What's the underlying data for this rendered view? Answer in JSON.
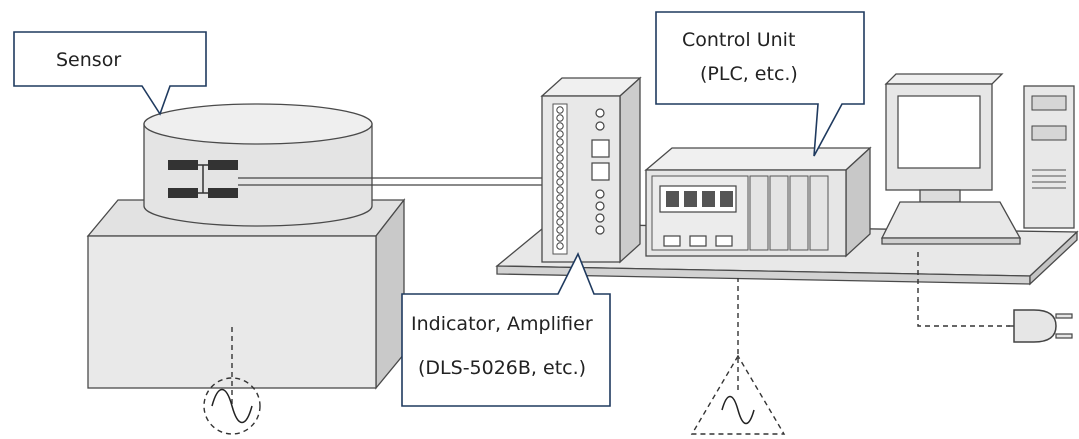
{
  "labels": {
    "sensor": "Sensor",
    "control_line1": "Control Unit",
    "control_line2": "(PLC, etc.)",
    "indicator_line1": "Indicator, Amplifier",
    "indicator_line2": "(DLS-5026B, etc.)"
  },
  "icons": {
    "ground_symbol": "ac-source-icon",
    "earth_symbol": "ground-triangle-icon",
    "power": "power-plug-icon"
  },
  "colors": {
    "callout_border": "#1f3a5f",
    "equipment_fill": "#e6e6e6",
    "equipment_stroke": "#4a4a4a"
  }
}
